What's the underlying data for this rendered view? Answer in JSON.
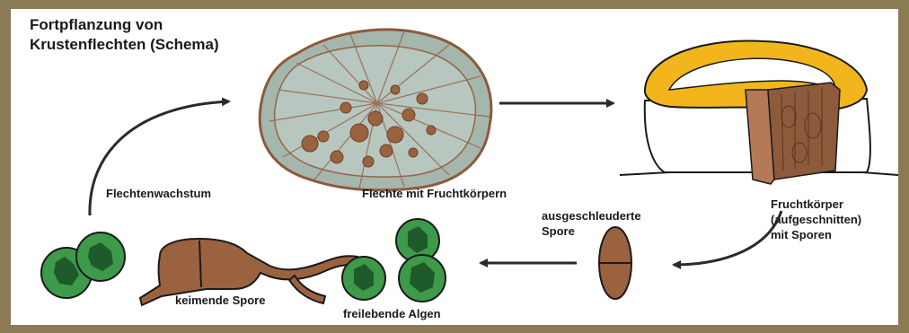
{
  "title": {
    "line1": "Fortpflanzung von",
    "line2": "Krustenflechten (Schema)"
  },
  "labels": {
    "lichen": "Flechte mit Fruchtkörpern",
    "growth": "Flechtenwachstum",
    "fruiting_body": {
      "line1": "Fruchtkörper",
      "line2": "(aufgeschnitten)",
      "line3": "mit Sporen"
    },
    "spore": {
      "line1": "ausgeschleuderte",
      "line2": "Spore"
    },
    "germinating": "keimende Spore",
    "algae": "freilebende Algen"
  },
  "colors": {
    "frame": "#8a7a56",
    "lichen_body": "#9fb0a8",
    "fruit_brown": "#9b6240",
    "fruiting_yellow": "#f2b51c",
    "algae_green": "#3c9a4a",
    "algae_dark": "#1e5a2a"
  }
}
